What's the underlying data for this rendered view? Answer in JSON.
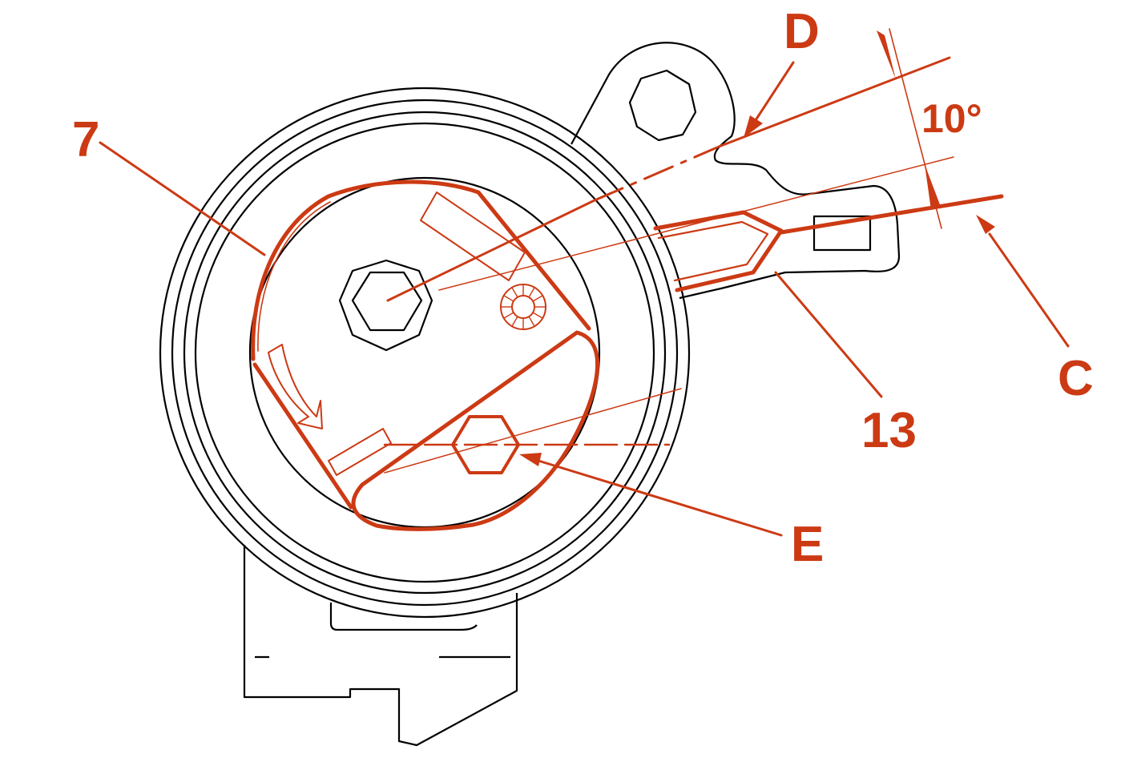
{
  "colors": {
    "annotation": "#cc3a14",
    "outline": "#000000",
    "background": "#ffffff"
  },
  "labels": {
    "part_7": "7",
    "part_13": "13",
    "point_c": "C",
    "point_d": "D",
    "point_e": "E",
    "angle": "10°"
  }
}
